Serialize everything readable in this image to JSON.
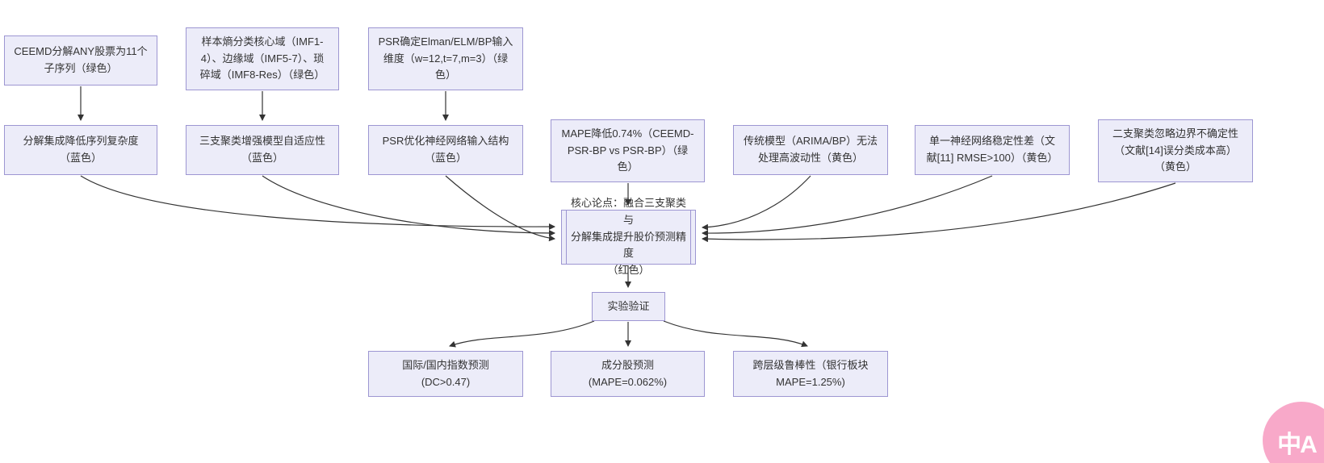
{
  "flowchart": {
    "nodes": {
      "ceemd": "CEEMD分解ANY股票为11个\n子序列（绿色）",
      "sample_entropy": "样本熵分类核心域（IMF1-\n4）、边缘域（IMF5-7）、琐\n碎域（IMF8-Res）（绿色）",
      "psr_input": "PSR确定Elman/ELM/BP输入\n维度（w=12,t=7,m=3）（绿\n色）",
      "decomposition": "分解集成降低序列复杂度\n（蓝色）",
      "three_way_clustering": "三支聚类增强模型自适应性\n（蓝色）",
      "psr_structure": "PSR优化神经网络输入结构\n（蓝色）",
      "mape_improvement": "MAPE降低0.74%（CEEMD-\nPSR-BP vs PSR-BP）（绿\n色）",
      "traditional_model": "传统模型（ARIMA/BP）无法\n处理高波动性（黄色）",
      "single_nn": "单一神经网络稳定性差（文\n献[11] RMSE>100）（黄色）",
      "two_way_clustering": "二支聚类忽略边界不确定性\n（文献[14]误分类成本高）\n（黄色）",
      "core_thesis": "核心论点：融合三支聚类与\n分解集成提升股价预测精度\n（红色）",
      "experiment_validation": "实验验证",
      "index_prediction": "国际/国内指数预测\n(DC>0.47)",
      "component_stock_prediction": "成分股预测\n(MAPE=0.062%)",
      "robustness": "跨层级鲁棒性（银行板块\nMAPE=1.25%)"
    }
  },
  "overlay": {
    "translate_button": "中A"
  },
  "colors": {
    "node_fill": "#ECECF9",
    "node_border": "#9D96D2",
    "edge": "#333333",
    "text": "#333333",
    "translate_pink": "#F8A9C9",
    "background": "#FFFFFF"
  }
}
